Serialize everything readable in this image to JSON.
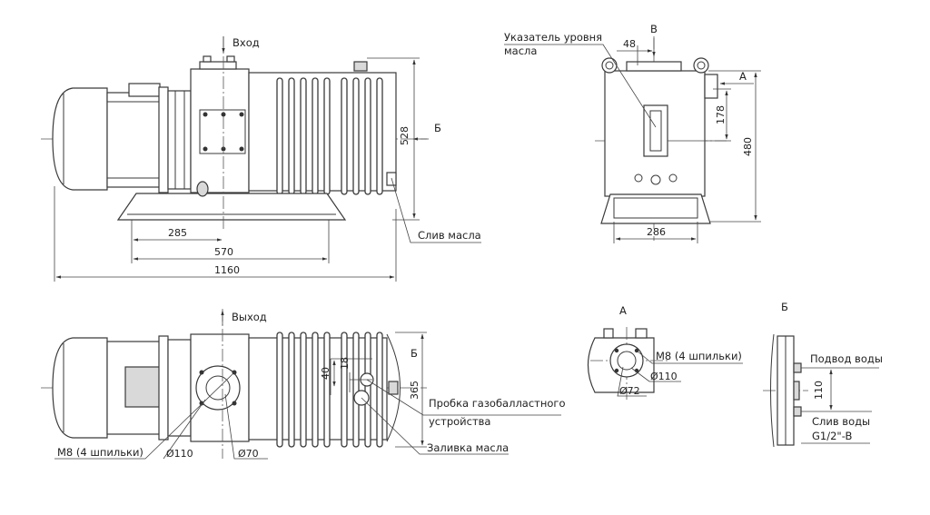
{
  "labels": {
    "inlet": "Вход",
    "outlet": "Выход",
    "oil_level_l1": "Указатель уровня",
    "oil_level_l2": "масла",
    "oil_drain": "Слив масла",
    "gas_ballast_l1": "Пробка газобалластного",
    "gas_ballast_l2": "устройства",
    "oil_fill": "Заливка масла",
    "studs_front": "М8 (4 шпильки)",
    "studs_a": "М8 (4 шпильки)",
    "water_in": "Подвод воды",
    "water_out": "Слив воды",
    "thread": "G1/2\"-B"
  },
  "view_letters": {
    "a": "А",
    "b": "Б",
    "v": "В"
  },
  "dimensions": {
    "d528": "528",
    "d285": "285",
    "d570": "570",
    "d1160": "1160",
    "d48": "48",
    "d178": "178",
    "d480": "480",
    "d286": "286",
    "d40": "40",
    "d18": "18",
    "d365": "365",
    "d110_front": "Ø110",
    "d70": "Ø70",
    "d110_a": "Ø110",
    "d72": "Ø72",
    "d110_side": "110"
  }
}
